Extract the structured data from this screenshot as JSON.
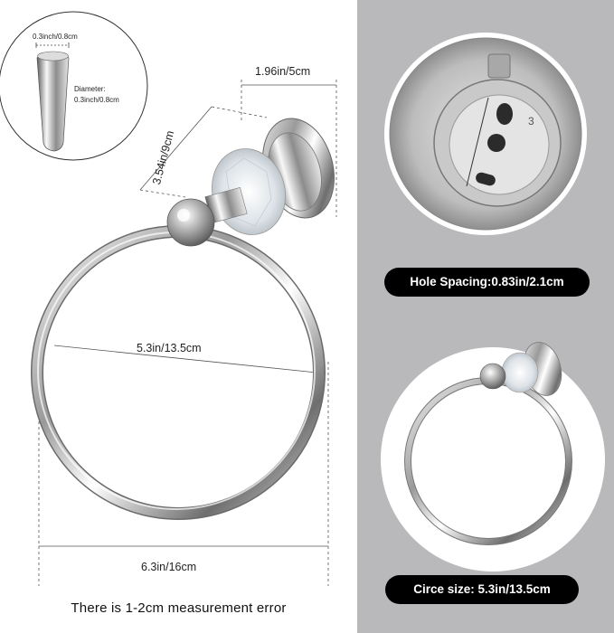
{
  "inset_tube": {
    "width_label": "0.3inch/0.8cm",
    "diameter_title": "Diameter:",
    "diameter_value": "0.3inch/0.8cm"
  },
  "dimensions": {
    "base_width": "1.96in/5cm",
    "arm_length": "3.54in/9cm",
    "inner_diameter": "5.3in/13.5cm",
    "outer_diameter": "6.3in/16cm"
  },
  "right_panel": {
    "hole_spacing_badge": "Hole Spacing:0.83in/2.1cm",
    "circle_size_badge": "Circe size: 5.3in/13.5cm"
  },
  "footer_note": "There is 1-2cm measurement error",
  "colors": {
    "right_panel_bg": "#b9b9bb",
    "badge_bg": "#000000",
    "badge_text": "#ffffff"
  }
}
